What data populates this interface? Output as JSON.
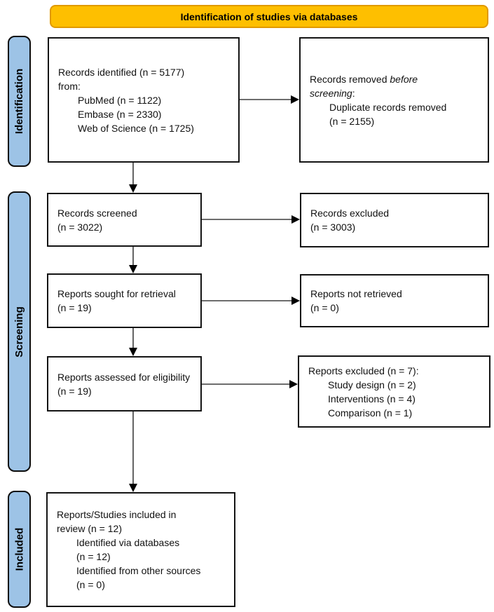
{
  "banner": {
    "label": "Identification of studies via databases"
  },
  "colors": {
    "banner_fill": "#FEBF00",
    "banner_border": "#E09900",
    "stage_fill": "#9DC3E6",
    "box_border": "#141414",
    "arrow": "#000000"
  },
  "stages": {
    "identification": {
      "label": "Identification"
    },
    "screening": {
      "label": "Screening"
    },
    "included": {
      "label": "Included"
    }
  },
  "boxes": {
    "records_identified": {
      "lines": [
        {
          "text": "Records identified (n = 5177)"
        },
        {
          "text": "from:"
        },
        {
          "text": "PubMed (n = 1122)",
          "indent": 1
        },
        {
          "text": "Embase (n = 2330)",
          "indent": 1
        },
        {
          "text": "Web of Science (n = 1725)",
          "indent": 1
        }
      ]
    },
    "records_removed": {
      "lines": [
        {
          "parts": [
            {
              "text": "Records removed "
            },
            {
              "text": "before",
              "italic": true
            }
          ]
        },
        {
          "parts": [
            {
              "text": "screening",
              "italic": true
            },
            {
              "text": ":"
            }
          ]
        },
        {
          "text": "Duplicate records removed",
          "indent": 1
        },
        {
          "text": "(n = 2155)",
          "indent": 1
        }
      ]
    },
    "records_screened": {
      "lines": [
        {
          "text": "Records screened"
        },
        {
          "text": "(n = 3022)"
        }
      ]
    },
    "records_excluded": {
      "lines": [
        {
          "text": "Records excluded"
        },
        {
          "text": "(n = 3003)"
        }
      ]
    },
    "reports_sought": {
      "lines": [
        {
          "text": "Reports sought for retrieval"
        },
        {
          "text": "(n = 19)"
        }
      ]
    },
    "reports_not_retrieved": {
      "lines": [
        {
          "text": "Reports not retrieved"
        },
        {
          "text": "(n = 0)"
        }
      ]
    },
    "reports_assessed": {
      "lines": [
        {
          "text": "Reports assessed for eligibility"
        },
        {
          "text": "(n = 19)"
        }
      ]
    },
    "reports_excluded": {
      "lines": [
        {
          "text": "Reports excluded (n = 7):"
        },
        {
          "text": "Study design (n = 2)",
          "indent": 1
        },
        {
          "text": "Interventions (n = 4)",
          "indent": 1
        },
        {
          "text": "Comparison (n = 1)",
          "indent": 1
        }
      ]
    },
    "included_studies": {
      "lines": [
        {
          "text": "Reports/Studies included in"
        },
        {
          "text": "review (n = 12)"
        },
        {
          "text": "Identified via databases",
          "indent": 1
        },
        {
          "text": "(n = 12)",
          "indent": 1
        },
        {
          "text": "Identified from other sources",
          "indent": 1
        },
        {
          "text": "(n = 0)",
          "indent": 1
        }
      ]
    }
  }
}
